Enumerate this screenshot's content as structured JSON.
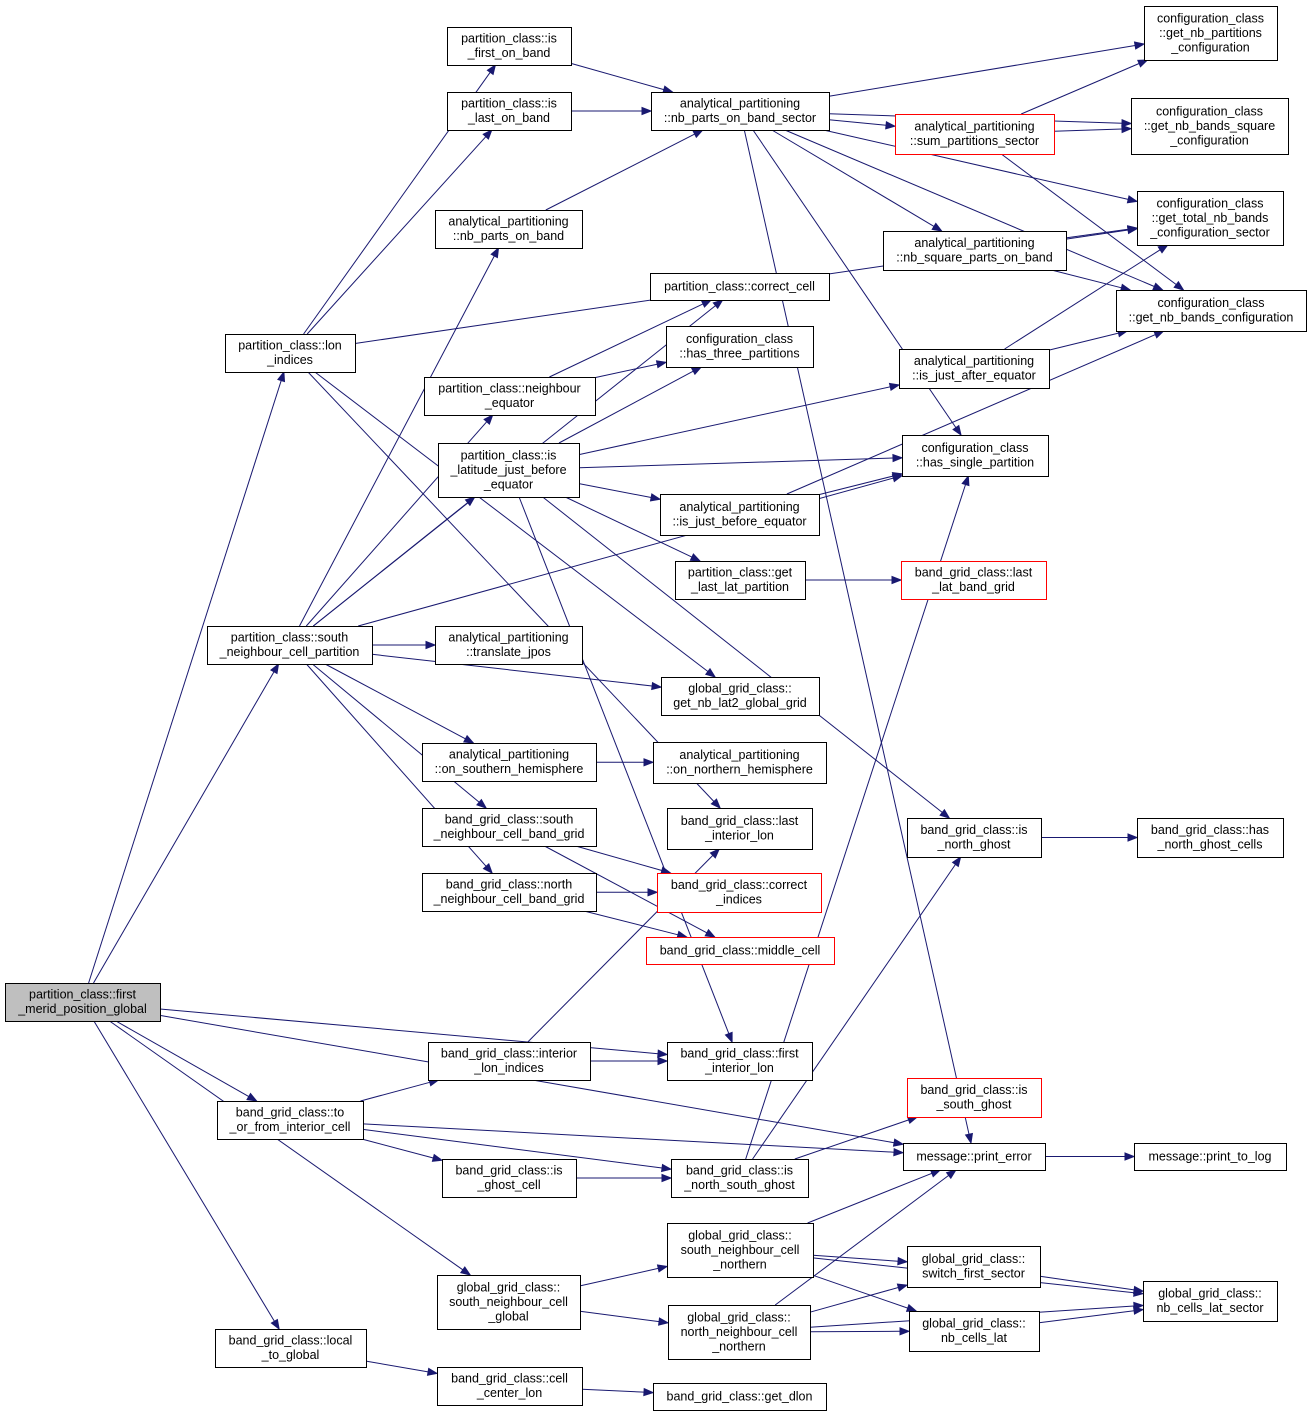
{
  "diagram": {
    "nodes": [
      {
        "id": "root",
        "lines": [
          "partition_class::first",
          "_merid_position_global"
        ],
        "style": "root"
      },
      {
        "id": "lon_indices",
        "lines": [
          "partition_class::lon",
          "_indices"
        ],
        "style": "normal"
      },
      {
        "id": "south_neighbour_cell_partition",
        "lines": [
          "partition_class::south",
          "_neighbour_cell_partition"
        ],
        "style": "normal"
      },
      {
        "id": "to_or_from_interior_cell",
        "lines": [
          "band_grid_class::to",
          "_or_from_interior_cell"
        ],
        "style": "normal"
      },
      {
        "id": "gg_south_neighbour_cell_global",
        "lines": [
          "global_grid_class::",
          "south_neighbour_cell",
          "_global"
        ],
        "style": "normal"
      },
      {
        "id": "local_to_global",
        "lines": [
          "band_grid_class::local",
          "_to_global"
        ],
        "style": "normal"
      },
      {
        "id": "is_first_on_band",
        "lines": [
          "partition_class::is",
          "_first_on_band"
        ],
        "style": "normal"
      },
      {
        "id": "is_last_on_band",
        "lines": [
          "partition_class::is",
          "_last_on_band"
        ],
        "style": "normal"
      },
      {
        "id": "nb_parts_on_band",
        "lines": [
          "analytical_partitioning",
          "::nb_parts_on_band"
        ],
        "style": "normal"
      },
      {
        "id": "neighbour_equator",
        "lines": [
          "partition_class::neighbour",
          "_equator"
        ],
        "style": "normal"
      },
      {
        "id": "is_latitude_just_before_equator",
        "lines": [
          "partition_class::is",
          "_latitude_just_before",
          "_equator"
        ],
        "style": "normal"
      },
      {
        "id": "translate_jpos",
        "lines": [
          "analytical_partitioning",
          "::translate_jpos"
        ],
        "style": "normal"
      },
      {
        "id": "on_southern_hemisphere",
        "lines": [
          "analytical_partitioning",
          "::on_southern_hemisphere"
        ],
        "style": "normal"
      },
      {
        "id": "south_neighbour_cell_band_grid",
        "lines": [
          "band_grid_class::south",
          "_neighbour_cell_band_grid"
        ],
        "style": "normal"
      },
      {
        "id": "north_neighbour_cell_band_grid",
        "lines": [
          "band_grid_class::north",
          "_neighbour_cell_band_grid"
        ],
        "style": "normal"
      },
      {
        "id": "interior_lon_indices",
        "lines": [
          "band_grid_class::interior",
          "_lon_indices"
        ],
        "style": "normal"
      },
      {
        "id": "is_ghost_cell",
        "lines": [
          "band_grid_class::is",
          "_ghost_cell"
        ],
        "style": "normal"
      },
      {
        "id": "cell_center_lon",
        "lines": [
          "band_grid_class::cell",
          "_center_lon"
        ],
        "style": "normal"
      },
      {
        "id": "nb_parts_on_band_sector",
        "lines": [
          "analytical_partitioning",
          "::nb_parts_on_band_sector"
        ],
        "style": "normal"
      },
      {
        "id": "correct_cell",
        "lines": [
          "partition_class::correct_cell"
        ],
        "style": "normal"
      },
      {
        "id": "has_three_partitions",
        "lines": [
          "configuration_class",
          "::has_three_partitions"
        ],
        "style": "normal"
      },
      {
        "id": "is_just_before_equator",
        "lines": [
          "analytical_partitioning",
          "::is_just_before_equator"
        ],
        "style": "normal"
      },
      {
        "id": "get_last_lat_partition",
        "lines": [
          "partition_class::get",
          "_last_lat_partition"
        ],
        "style": "normal"
      },
      {
        "id": "get_nb_lat2_global_grid",
        "lines": [
          "global_grid_class::",
          "get_nb_lat2_global_grid"
        ],
        "style": "normal"
      },
      {
        "id": "on_northern_hemisphere",
        "lines": [
          "analytical_partitioning",
          "::on_northern_hemisphere"
        ],
        "style": "normal"
      },
      {
        "id": "last_interior_lon",
        "lines": [
          "band_grid_class::last",
          "_interior_lon"
        ],
        "style": "normal"
      },
      {
        "id": "correct_indices",
        "lines": [
          "band_grid_class::correct",
          "_indices"
        ],
        "style": "red"
      },
      {
        "id": "middle_cell",
        "lines": [
          "band_grid_class::middle_cell"
        ],
        "style": "red"
      },
      {
        "id": "first_interior_lon",
        "lines": [
          "band_grid_class::first",
          "_interior_lon"
        ],
        "style": "normal"
      },
      {
        "id": "is_north_south_ghost",
        "lines": [
          "band_grid_class::is",
          "_north_south_ghost"
        ],
        "style": "normal"
      },
      {
        "id": "gg_south_neighbour_cell_northern",
        "lines": [
          "global_grid_class::",
          "south_neighbour_cell",
          "_northern"
        ],
        "style": "normal"
      },
      {
        "id": "gg_north_neighbour_cell_northern",
        "lines": [
          "global_grid_class::",
          "north_neighbour_cell",
          "_northern"
        ],
        "style": "normal"
      },
      {
        "id": "get_dlon",
        "lines": [
          "band_grid_class::get_dlon"
        ],
        "style": "normal"
      },
      {
        "id": "sum_partitions_sector",
        "lines": [
          "analytical_partitioning",
          "::sum_partitions_sector"
        ],
        "style": "red"
      },
      {
        "id": "nb_square_parts_on_band",
        "lines": [
          "analytical_partitioning",
          "::nb_square_parts_on_band"
        ],
        "style": "normal"
      },
      {
        "id": "is_just_after_equator",
        "lines": [
          "analytical_partitioning",
          "::is_just_after_equator"
        ],
        "style": "normal"
      },
      {
        "id": "has_single_partition",
        "lines": [
          "configuration_class",
          "::has_single_partition"
        ],
        "style": "normal"
      },
      {
        "id": "last_lat_band_grid",
        "lines": [
          "band_grid_class::last",
          "_lat_band_grid"
        ],
        "style": "red"
      },
      {
        "id": "is_north_ghost",
        "lines": [
          "band_grid_class::is",
          "_north_ghost"
        ],
        "style": "normal"
      },
      {
        "id": "is_south_ghost",
        "lines": [
          "band_grid_class::is",
          "_south_ghost"
        ],
        "style": "red"
      },
      {
        "id": "print_error",
        "lines": [
          "message::print_error"
        ],
        "style": "normal"
      },
      {
        "id": "switch_first_sector",
        "lines": [
          "global_grid_class::",
          "switch_first_sector"
        ],
        "style": "normal"
      },
      {
        "id": "nb_cells_lat",
        "lines": [
          "global_grid_class::",
          "nb_cells_lat"
        ],
        "style": "normal"
      },
      {
        "id": "get_nb_partitions_configuration",
        "lines": [
          "configuration_class",
          "::get_nb_partitions",
          "_configuration"
        ],
        "style": "normal"
      },
      {
        "id": "get_nb_bands_square_configuration",
        "lines": [
          "configuration_class",
          "::get_nb_bands_square",
          "_configuration"
        ],
        "style": "normal"
      },
      {
        "id": "get_total_nb_bands_configuration_sector",
        "lines": [
          "configuration_class",
          "::get_total_nb_bands",
          "_configuration_sector"
        ],
        "style": "normal"
      },
      {
        "id": "get_nb_bands_configuration",
        "lines": [
          "configuration_class",
          "::get_nb_bands_configuration"
        ],
        "style": "normal"
      },
      {
        "id": "has_north_ghost_cells",
        "lines": [
          "band_grid_class::has",
          "_north_ghost_cells"
        ],
        "style": "normal"
      },
      {
        "id": "print_to_log",
        "lines": [
          "message::print_to_log"
        ],
        "style": "normal"
      },
      {
        "id": "nb_cells_lat_sector",
        "lines": [
          "global_grid_class::",
          "nb_cells_lat_sector"
        ],
        "style": "normal"
      }
    ],
    "edges": [
      [
        "root",
        "lon_indices"
      ],
      [
        "root",
        "south_neighbour_cell_partition"
      ],
      [
        "root",
        "to_or_from_interior_cell"
      ],
      [
        "root",
        "gg_south_neighbour_cell_global"
      ],
      [
        "root",
        "local_to_global"
      ],
      [
        "root",
        "first_interior_lon"
      ],
      [
        "root",
        "print_error"
      ],
      [
        "lon_indices",
        "is_first_on_band"
      ],
      [
        "lon_indices",
        "is_last_on_band"
      ],
      [
        "lon_indices",
        "get_total_nb_bands_configuration_sector"
      ],
      [
        "lon_indices",
        "last_interior_lon"
      ],
      [
        "lon_indices",
        "get_nb_lat2_global_grid"
      ],
      [
        "is_first_on_band",
        "nb_parts_on_band_sector"
      ],
      [
        "is_last_on_band",
        "nb_parts_on_band_sector"
      ],
      [
        "nb_parts_on_band",
        "nb_parts_on_band_sector"
      ],
      [
        "nb_parts_on_band_sector",
        "get_nb_partitions_configuration"
      ],
      [
        "nb_parts_on_band_sector",
        "sum_partitions_sector"
      ],
      [
        "nb_parts_on_band_sector",
        "get_nb_bands_square_configuration"
      ],
      [
        "nb_parts_on_band_sector",
        "get_total_nb_bands_configuration_sector"
      ],
      [
        "nb_parts_on_band_sector",
        "nb_square_parts_on_band"
      ],
      [
        "nb_parts_on_band_sector",
        "get_nb_bands_configuration"
      ],
      [
        "nb_parts_on_band_sector",
        "has_single_partition"
      ],
      [
        "nb_parts_on_band_sector",
        "print_error"
      ],
      [
        "sum_partitions_sector",
        "get_nb_partitions_configuration"
      ],
      [
        "sum_partitions_sector",
        "get_nb_bands_square_configuration"
      ],
      [
        "sum_partitions_sector",
        "get_nb_bands_configuration"
      ],
      [
        "nb_square_parts_on_band",
        "get_total_nb_bands_configuration_sector"
      ],
      [
        "nb_square_parts_on_band",
        "get_nb_bands_configuration"
      ],
      [
        "is_just_after_equator",
        "get_total_nb_bands_configuration_sector"
      ],
      [
        "is_just_after_equator",
        "get_nb_bands_configuration"
      ],
      [
        "south_neighbour_cell_partition",
        "nb_parts_on_band"
      ],
      [
        "south_neighbour_cell_partition",
        "correct_cell"
      ],
      [
        "south_neighbour_cell_partition",
        "has_single_partition"
      ],
      [
        "south_neighbour_cell_partition",
        "neighbour_equator"
      ],
      [
        "south_neighbour_cell_partition",
        "is_latitude_just_before_equator"
      ],
      [
        "south_neighbour_cell_partition",
        "translate_jpos"
      ],
      [
        "south_neighbour_cell_partition",
        "get_nb_lat2_global_grid"
      ],
      [
        "south_neighbour_cell_partition",
        "on_southern_hemisphere"
      ],
      [
        "south_neighbour_cell_partition",
        "south_neighbour_cell_band_grid"
      ],
      [
        "south_neighbour_cell_partition",
        "north_neighbour_cell_band_grid"
      ],
      [
        "neighbour_equator",
        "correct_cell"
      ],
      [
        "neighbour_equator",
        "has_three_partitions"
      ],
      [
        "is_latitude_just_before_equator",
        "has_three_partitions"
      ],
      [
        "is_latitude_just_before_equator",
        "is_just_after_equator"
      ],
      [
        "is_latitude_just_before_equator",
        "has_single_partition"
      ],
      [
        "is_latitude_just_before_equator",
        "is_just_before_equator"
      ],
      [
        "is_latitude_just_before_equator",
        "get_last_lat_partition"
      ],
      [
        "is_latitude_just_before_equator",
        "is_north_ghost"
      ],
      [
        "is_latitude_just_before_equator",
        "first_interior_lon"
      ],
      [
        "is_just_before_equator",
        "has_single_partition"
      ],
      [
        "is_just_before_equator",
        "get_nb_bands_configuration"
      ],
      [
        "get_last_lat_partition",
        "last_lat_band_grid"
      ],
      [
        "on_southern_hemisphere",
        "on_northern_hemisphere"
      ],
      [
        "south_neighbour_cell_band_grid",
        "correct_indices"
      ],
      [
        "south_neighbour_cell_band_grid",
        "middle_cell"
      ],
      [
        "north_neighbour_cell_band_grid",
        "correct_indices"
      ],
      [
        "north_neighbour_cell_band_grid",
        "middle_cell"
      ],
      [
        "is_north_ghost",
        "has_north_ghost_cells"
      ],
      [
        "to_or_from_interior_cell",
        "interior_lon_indices"
      ],
      [
        "to_or_from_interior_cell",
        "is_ghost_cell"
      ],
      [
        "to_or_from_interior_cell",
        "is_north_south_ghost"
      ],
      [
        "to_or_from_interior_cell",
        "print_error"
      ],
      [
        "interior_lon_indices",
        "last_interior_lon"
      ],
      [
        "interior_lon_indices",
        "first_interior_lon"
      ],
      [
        "is_ghost_cell",
        "is_north_south_ghost"
      ],
      [
        "is_north_south_ghost",
        "is_north_ghost"
      ],
      [
        "is_north_south_ghost",
        "is_south_ghost"
      ],
      [
        "is_north_south_ghost",
        "has_single_partition"
      ],
      [
        "print_error",
        "print_to_log"
      ],
      [
        "gg_south_neighbour_cell_global",
        "gg_south_neighbour_cell_northern"
      ],
      [
        "gg_south_neighbour_cell_global",
        "gg_north_neighbour_cell_northern"
      ],
      [
        "gg_south_neighbour_cell_northern",
        "print_error"
      ],
      [
        "gg_south_neighbour_cell_northern",
        "switch_first_sector"
      ],
      [
        "gg_south_neighbour_cell_northern",
        "nb_cells_lat"
      ],
      [
        "gg_south_neighbour_cell_northern",
        "nb_cells_lat_sector"
      ],
      [
        "gg_north_neighbour_cell_northern",
        "print_error"
      ],
      [
        "gg_north_neighbour_cell_northern",
        "switch_first_sector"
      ],
      [
        "gg_north_neighbour_cell_northern",
        "nb_cells_lat"
      ],
      [
        "gg_north_neighbour_cell_northern",
        "nb_cells_lat_sector"
      ],
      [
        "switch_first_sector",
        "nb_cells_lat_sector"
      ],
      [
        "nb_cells_lat",
        "nb_cells_lat_sector"
      ],
      [
        "local_to_global",
        "cell_center_lon"
      ],
      [
        "cell_center_lon",
        "get_dlon"
      ]
    ]
  }
}
